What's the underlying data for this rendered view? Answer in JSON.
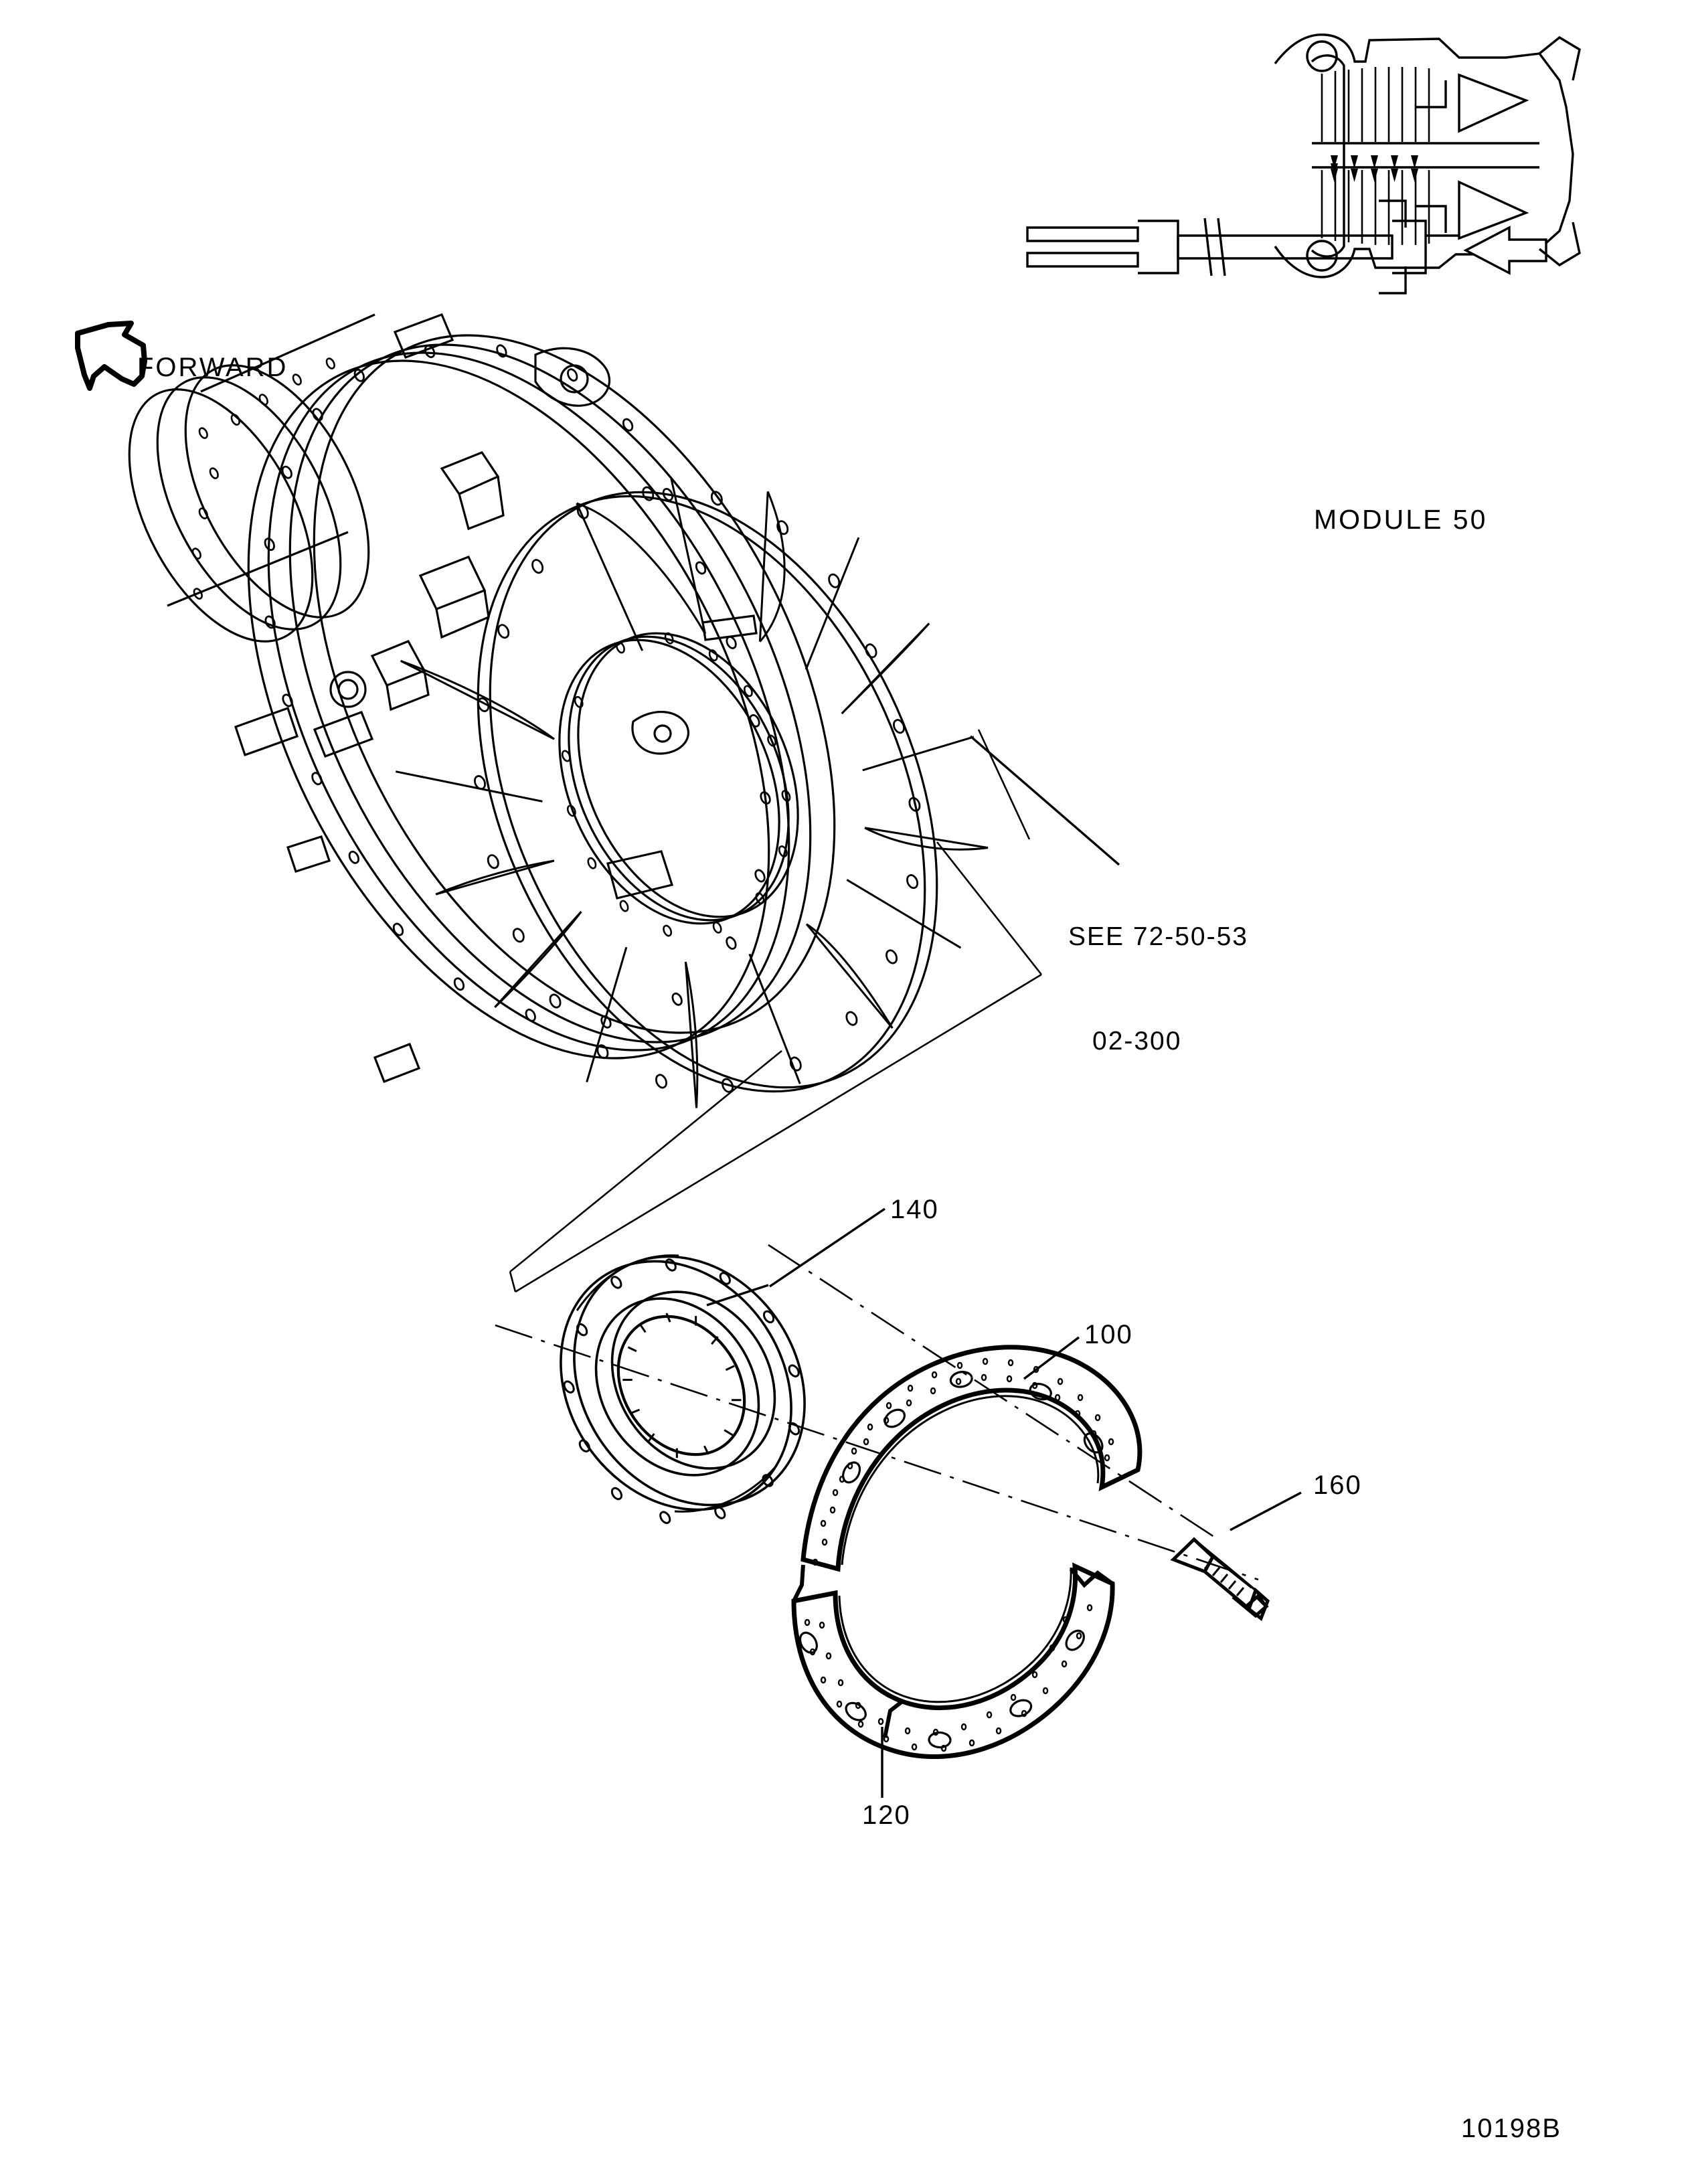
{
  "figure": {
    "number": "10198B",
    "type": "illustrated-parts-exploded-view",
    "subject": "turbine exhaust case assembly"
  },
  "orientation": {
    "label": "FORWARD",
    "arrow_icon": "forward-arrow-icon",
    "direction": "up-left"
  },
  "inset": {
    "label": "MODULE 50",
    "description": "engine cross-section schematic with module location arrows"
  },
  "reference_note": {
    "line1": "SEE 72-50-53",
    "line2": "02-300"
  },
  "callouts": [
    {
      "id": "140",
      "label": "140",
      "part": "flanged-splined-ring"
    },
    {
      "id": "100",
      "label": "100",
      "part": "split-seal-ring-half"
    },
    {
      "id": "120",
      "label": "120",
      "part": "split-seal-ring-half-lower"
    },
    {
      "id": "160",
      "label": "160",
      "part": "bolt"
    }
  ],
  "colors": {
    "ink": "#000000",
    "paper": "#ffffff"
  }
}
